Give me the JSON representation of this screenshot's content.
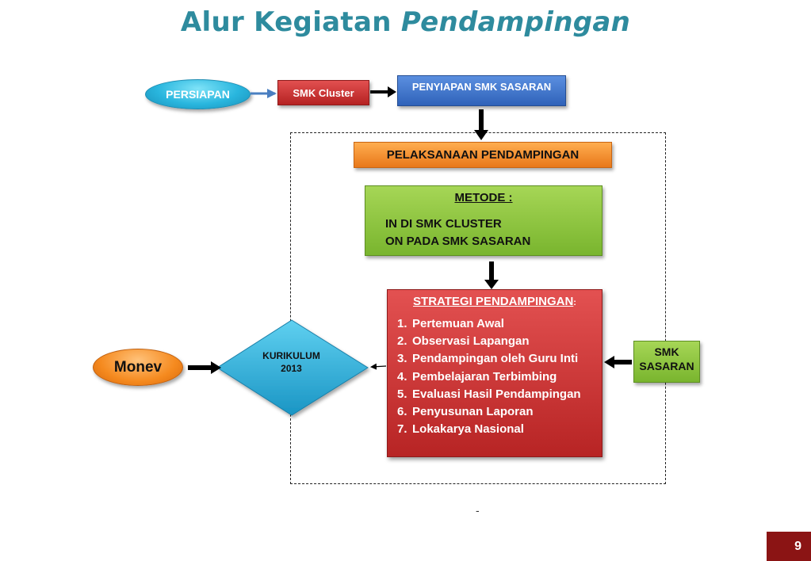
{
  "title": {
    "main": "Alur Kegiatan ",
    "emphasis": "Pendampingan"
  },
  "nodes": {
    "persiapan": "PERSIAPAN",
    "smk_cluster": "SMK Cluster",
    "penyiapan": "PENYIAPAN SMK SASARAN",
    "pelaksanaan": "PELAKSANAAN PENDAMPINGAN",
    "metode": {
      "title": "METODE :",
      "line1": "IN DI SMK CLUSTER",
      "line2": "ON PADA SMK SASARAN"
    },
    "strategi": {
      "title": "STRATEGI PENDAMPINGAN",
      "colon": ":",
      "items": [
        {
          "n": "1.",
          "text": "Pertemuan Awal"
        },
        {
          "n": "2.",
          "text": "Observasi Lapangan"
        },
        {
          "n": "3.",
          "text": "Pendampingan oleh Guru Inti"
        },
        {
          "n": "4.",
          "text": "Pembelajaran Terbimbing"
        },
        {
          "n": "5.",
          "text": "Evaluasi Hasil Pendampingan"
        },
        {
          "n": "6.",
          "text": "Penyusunan Laporan"
        },
        {
          "n": "7.",
          "text": "Lokakarya  Nasional"
        }
      ]
    },
    "smk_sasaran": {
      "line1": "SMK",
      "line2": "SASARAN"
    },
    "monev": "Monev",
    "kurikulum": {
      "line1": "KURIKULUM",
      "line2": "2013"
    }
  },
  "footer": {
    "dash": "-",
    "page_number": "9"
  },
  "colors": {
    "title": "#2E8B9E",
    "persiapan": "#29b6de",
    "smk_cluster": "#c93535",
    "penyiapan": "#3f72c9",
    "pelaksanaan": "#f18a2a",
    "metode": "#8cc540",
    "strategi": "#cc3a3a",
    "smk_sasaran": "#8cc540",
    "monev": "#f58a1f",
    "kurikulum": "#2aa9d8",
    "page_badge": "#8b1414"
  }
}
